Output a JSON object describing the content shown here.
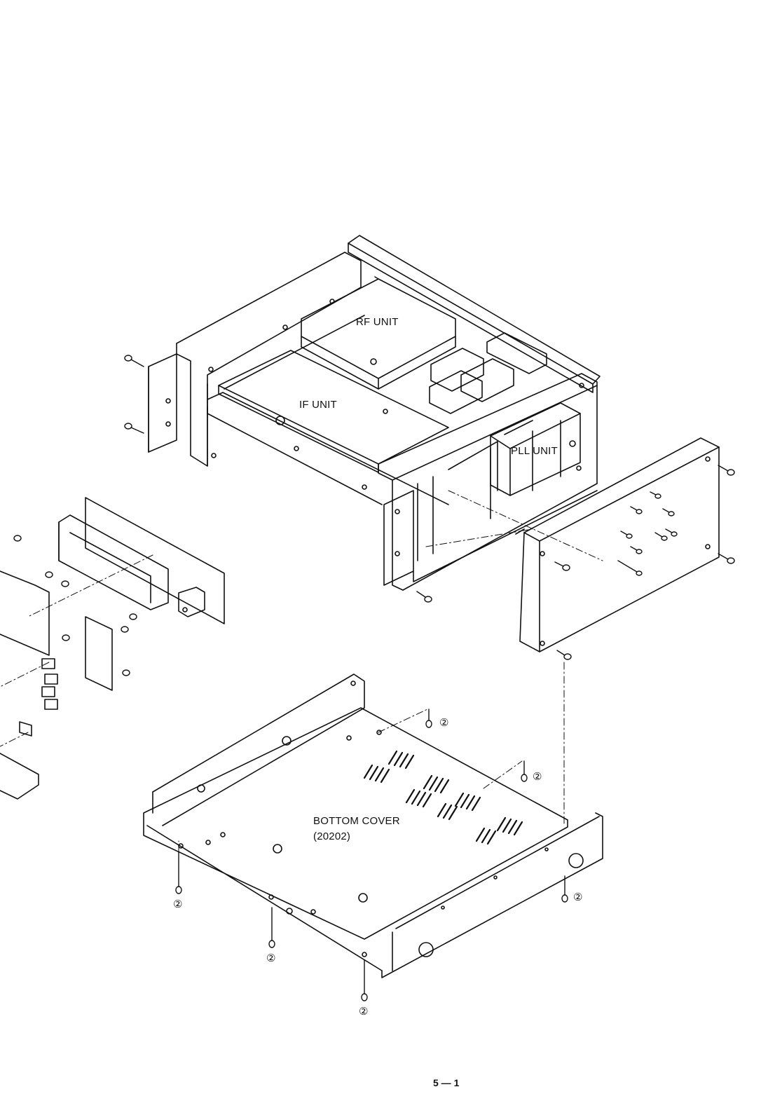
{
  "labels": {
    "rf_unit": "RF UNIT",
    "if_unit": "IF UNIT",
    "pll_unit": "PLL UNIT",
    "bottom_cover": "BOTTOM COVER",
    "bottom_cover_part": "(20202)"
  },
  "callout_mark": "②",
  "page_number": "5 — 1",
  "colors": {
    "ink": "#111111",
    "paper": "#ffffff"
  }
}
